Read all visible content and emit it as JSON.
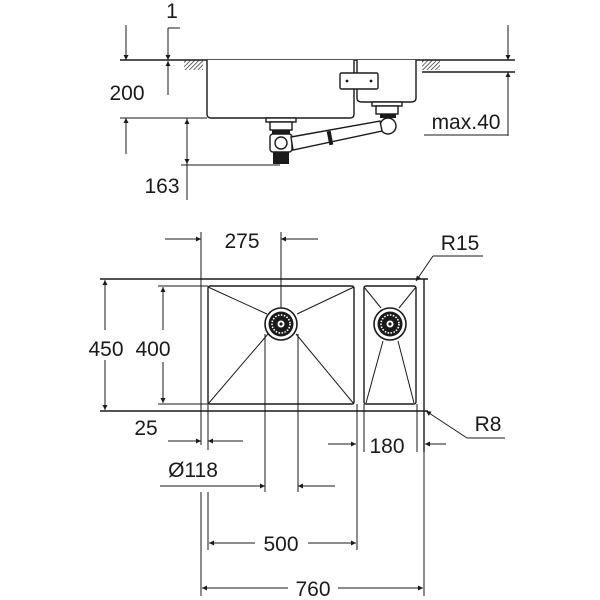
{
  "drawing": {
    "title": "Undermount double sink technical drawing",
    "units": "mm",
    "line_color": "#1a1a1a",
    "background": "#ffffff"
  },
  "side_view": {
    "dimensions": {
      "worktop_offset": "1",
      "bowl_depth": "200",
      "waste_depth": "163",
      "worktop_thickness": "max.40"
    }
  },
  "top_view": {
    "dimensions": {
      "drain_offset": "275",
      "outer_depth": "450",
      "bowl_depth": "400",
      "corner_radius_outer": "R15",
      "corner_radius_inner": "R8",
      "edge_offset": "25",
      "drain_diameter": "Ø118",
      "small_bowl_width": "180",
      "main_bowl_width": "500",
      "overall_width": "760"
    }
  }
}
